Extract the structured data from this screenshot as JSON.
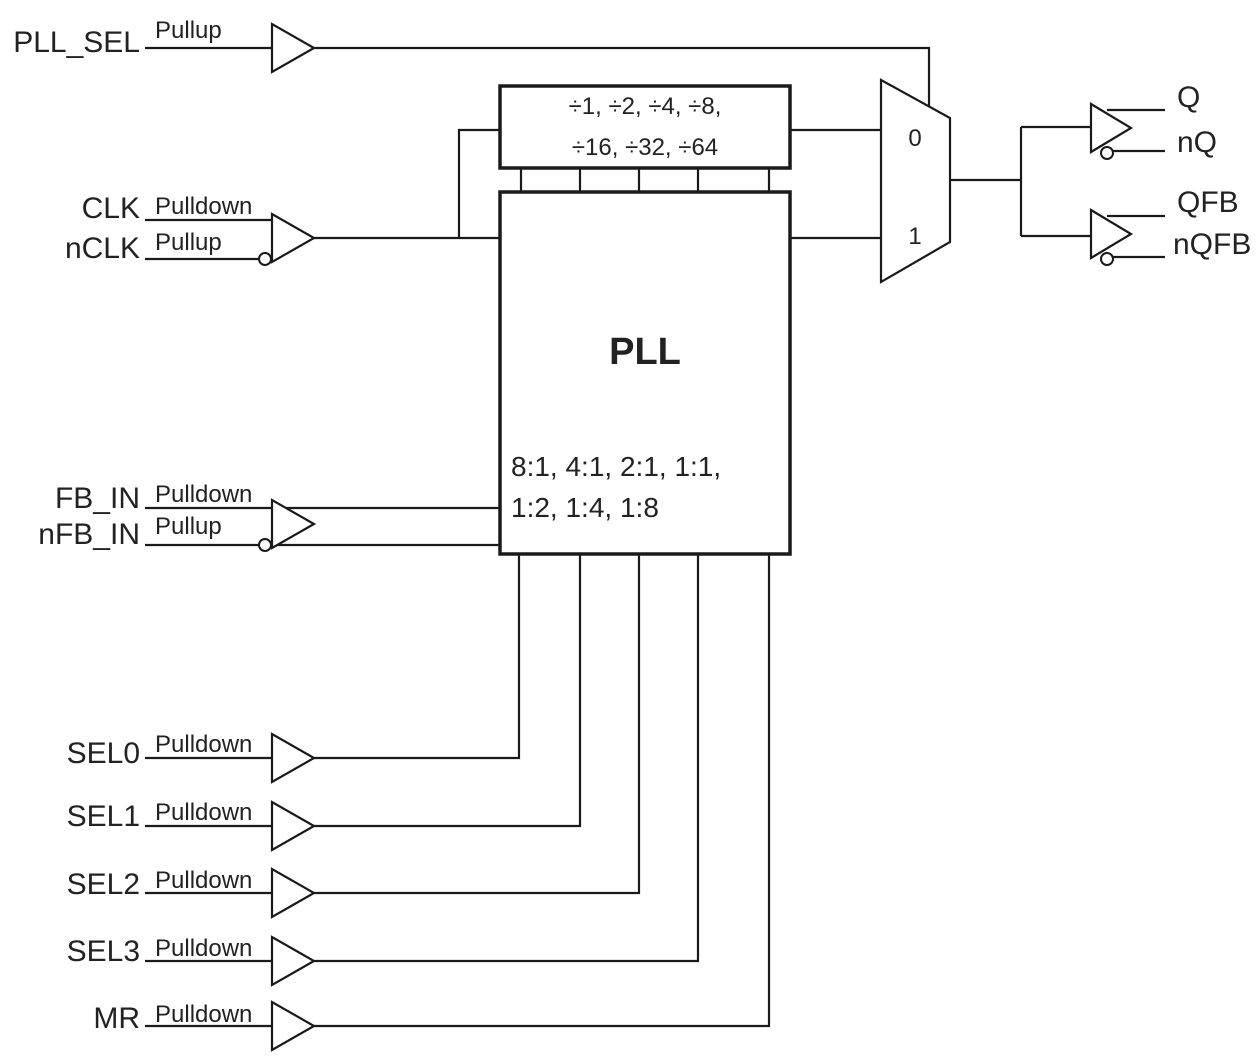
{
  "inputs": {
    "pll_sel": {
      "name": "PLL_SEL",
      "resistor": "Pullup"
    },
    "clk": {
      "name": "CLK",
      "resistor": "Pulldown"
    },
    "nclk": {
      "name": "nCLK",
      "resistor": "Pullup"
    },
    "fb_in": {
      "name": "FB_IN",
      "resistor": "Pulldown"
    },
    "nfb_in": {
      "name": "nFB_IN",
      "resistor": "Pullup"
    },
    "sel0": {
      "name": "SEL0",
      "resistor": "Pulldown"
    },
    "sel1": {
      "name": "SEL1",
      "resistor": "Pulldown"
    },
    "sel2": {
      "name": "SEL2",
      "resistor": "Pulldown"
    },
    "sel3": {
      "name": "SEL3",
      "resistor": "Pulldown"
    },
    "mr": {
      "name": "MR",
      "resistor": "Pulldown"
    }
  },
  "divider": {
    "line1": "÷1,  ÷2,  ÷4,  ÷8,",
    "line2": "÷16,  ÷32,  ÷64"
  },
  "pll": {
    "title": "PLL",
    "ratios_line1": "8:1, 4:1, 2:1, 1:1,",
    "ratios_line2": "1:2, 1:4, 1:8"
  },
  "mux": {
    "input0": "0",
    "input1": "1"
  },
  "outputs": {
    "q": "Q",
    "nq": "nQ",
    "qfb": "QFB",
    "nqfb": "nQFB"
  }
}
